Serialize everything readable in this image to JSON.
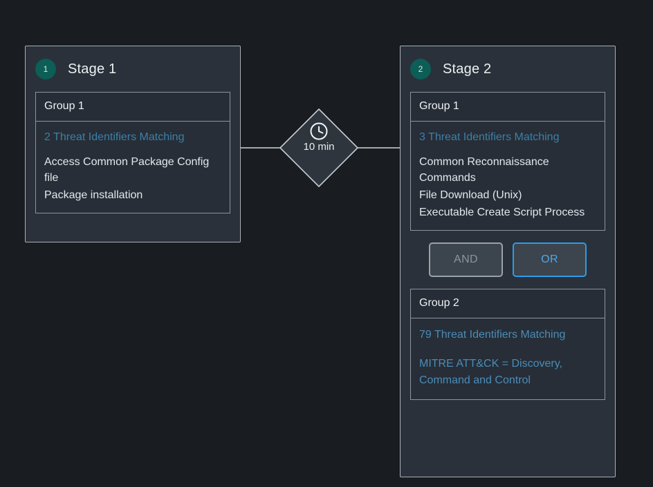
{
  "colors": {
    "page_background": "#191d21",
    "card_background": "#2a313a",
    "card_border": "#a9b0b7",
    "group_border": "#8d959d",
    "badge_teal": "#0d5e56",
    "link_blue": "#3d7fa8",
    "link_blue_bright": "#4b8cb8",
    "active_border_blue": "#2e9ce8",
    "inactive_gray": "#8d949b",
    "text_primary": "#e3e8ec"
  },
  "stages": [
    {
      "badge": "1",
      "title": "Stage 1",
      "groups": [
        {
          "header": "Group 1",
          "link": "2 Threat Identifiers Matching",
          "items": [
            "Access Common Package Config file",
            "Package installation"
          ]
        }
      ]
    },
    {
      "badge": "2",
      "title": "Stage 2",
      "groups": [
        {
          "header": "Group 1",
          "link": "3 Threat Identifiers Matching",
          "items": [
            "Common Reconnaissance Commands",
            "File Download (Unix)",
            "Executable Create Script Process"
          ]
        },
        {
          "header": "Group 2",
          "link": "79 Threat Identifiers Matching",
          "criteria": "MITRE ATT&CK = Discovery, Command and Control"
        }
      ]
    }
  ],
  "logic_operators": {
    "and_label": "AND",
    "or_label": "OR",
    "selected": "OR"
  },
  "connector": {
    "icon": "clock-icon",
    "delay_label": "10 min"
  }
}
